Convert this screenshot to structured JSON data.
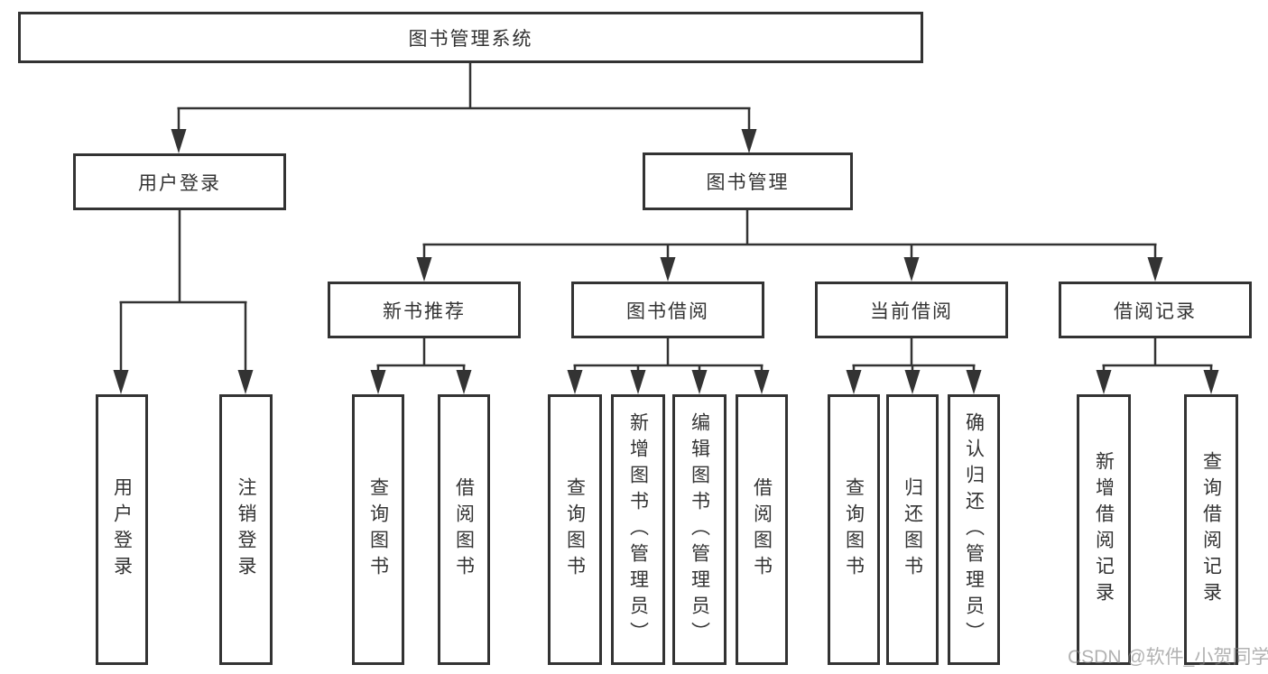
{
  "diagram": {
    "root": {
      "label": "图书管理系统"
    },
    "branches": [
      {
        "label": "用户登录",
        "children": [
          {
            "label": "用户登录"
          },
          {
            "label": "注销登录"
          }
        ]
      },
      {
        "label": "图书管理",
        "children": [
          {
            "label": "新书推荐",
            "children": [
              {
                "label": "查询图书"
              },
              {
                "label": "借阅图书"
              }
            ]
          },
          {
            "label": "图书借阅",
            "children": [
              {
                "label": "查询图书"
              },
              {
                "label": "新增图书（管理员）"
              },
              {
                "label": "编辑图书（管理员）"
              },
              {
                "label": "借阅图书"
              }
            ]
          },
          {
            "label": "当前借阅",
            "children": [
              {
                "label": "查询图书"
              },
              {
                "label": "归还图书"
              },
              {
                "label": "确认归还（管理员）"
              }
            ]
          },
          {
            "label": "借阅记录",
            "children": [
              {
                "label": "新增借阅记录"
              },
              {
                "label": "查询借阅记录"
              }
            ]
          }
        ]
      }
    ]
  },
  "watermark": {
    "text": "CSDN @软件_小贺同学"
  },
  "colors": {
    "line": "#333333",
    "box_border": "#333333",
    "box_fill": "#ffffff",
    "text": "#333333",
    "watermark": "#828282",
    "background": "#ffffff"
  }
}
